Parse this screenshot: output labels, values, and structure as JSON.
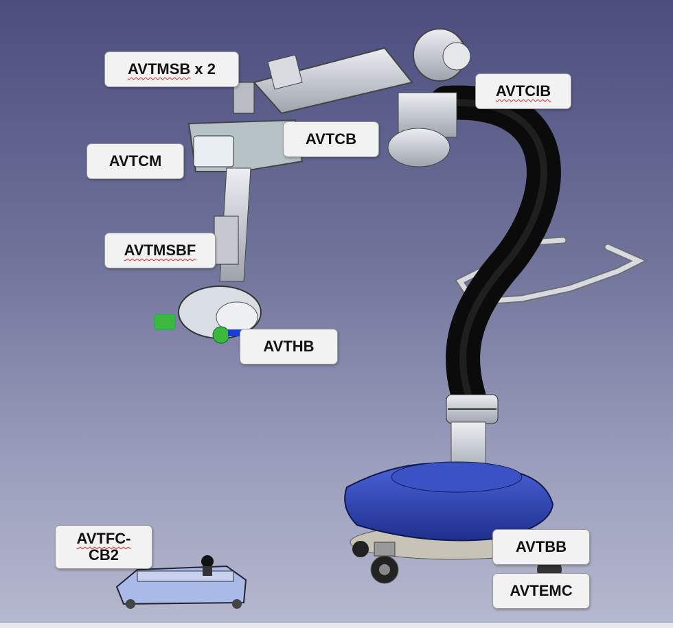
{
  "callouts": {
    "avtmsb": {
      "text": "AVTMSB",
      "suffix": " x 2"
    },
    "avtcib": {
      "text": "AVTCIB"
    },
    "avtcb": {
      "text": "AVTCB"
    },
    "avtcm": {
      "text": "AVTCM"
    },
    "avtmsbf": {
      "text": "AVTMSBF"
    },
    "avthb": {
      "text": "AVTHB"
    },
    "avtfc": {
      "line1": "AVTFC-",
      "line2": "CB2"
    },
    "avtbb": {
      "text": "AVTBB"
    },
    "avtemc": {
      "text": "AVTEMC"
    }
  },
  "colors": {
    "label_bg": "#f2f2f2",
    "arm_grey": "#c9ccd2",
    "hose_black": "#1a1a1a",
    "base_blue": "#2f45b8",
    "knob_green": "#3cb83c",
    "spellcheck_red": "#dd2222"
  }
}
